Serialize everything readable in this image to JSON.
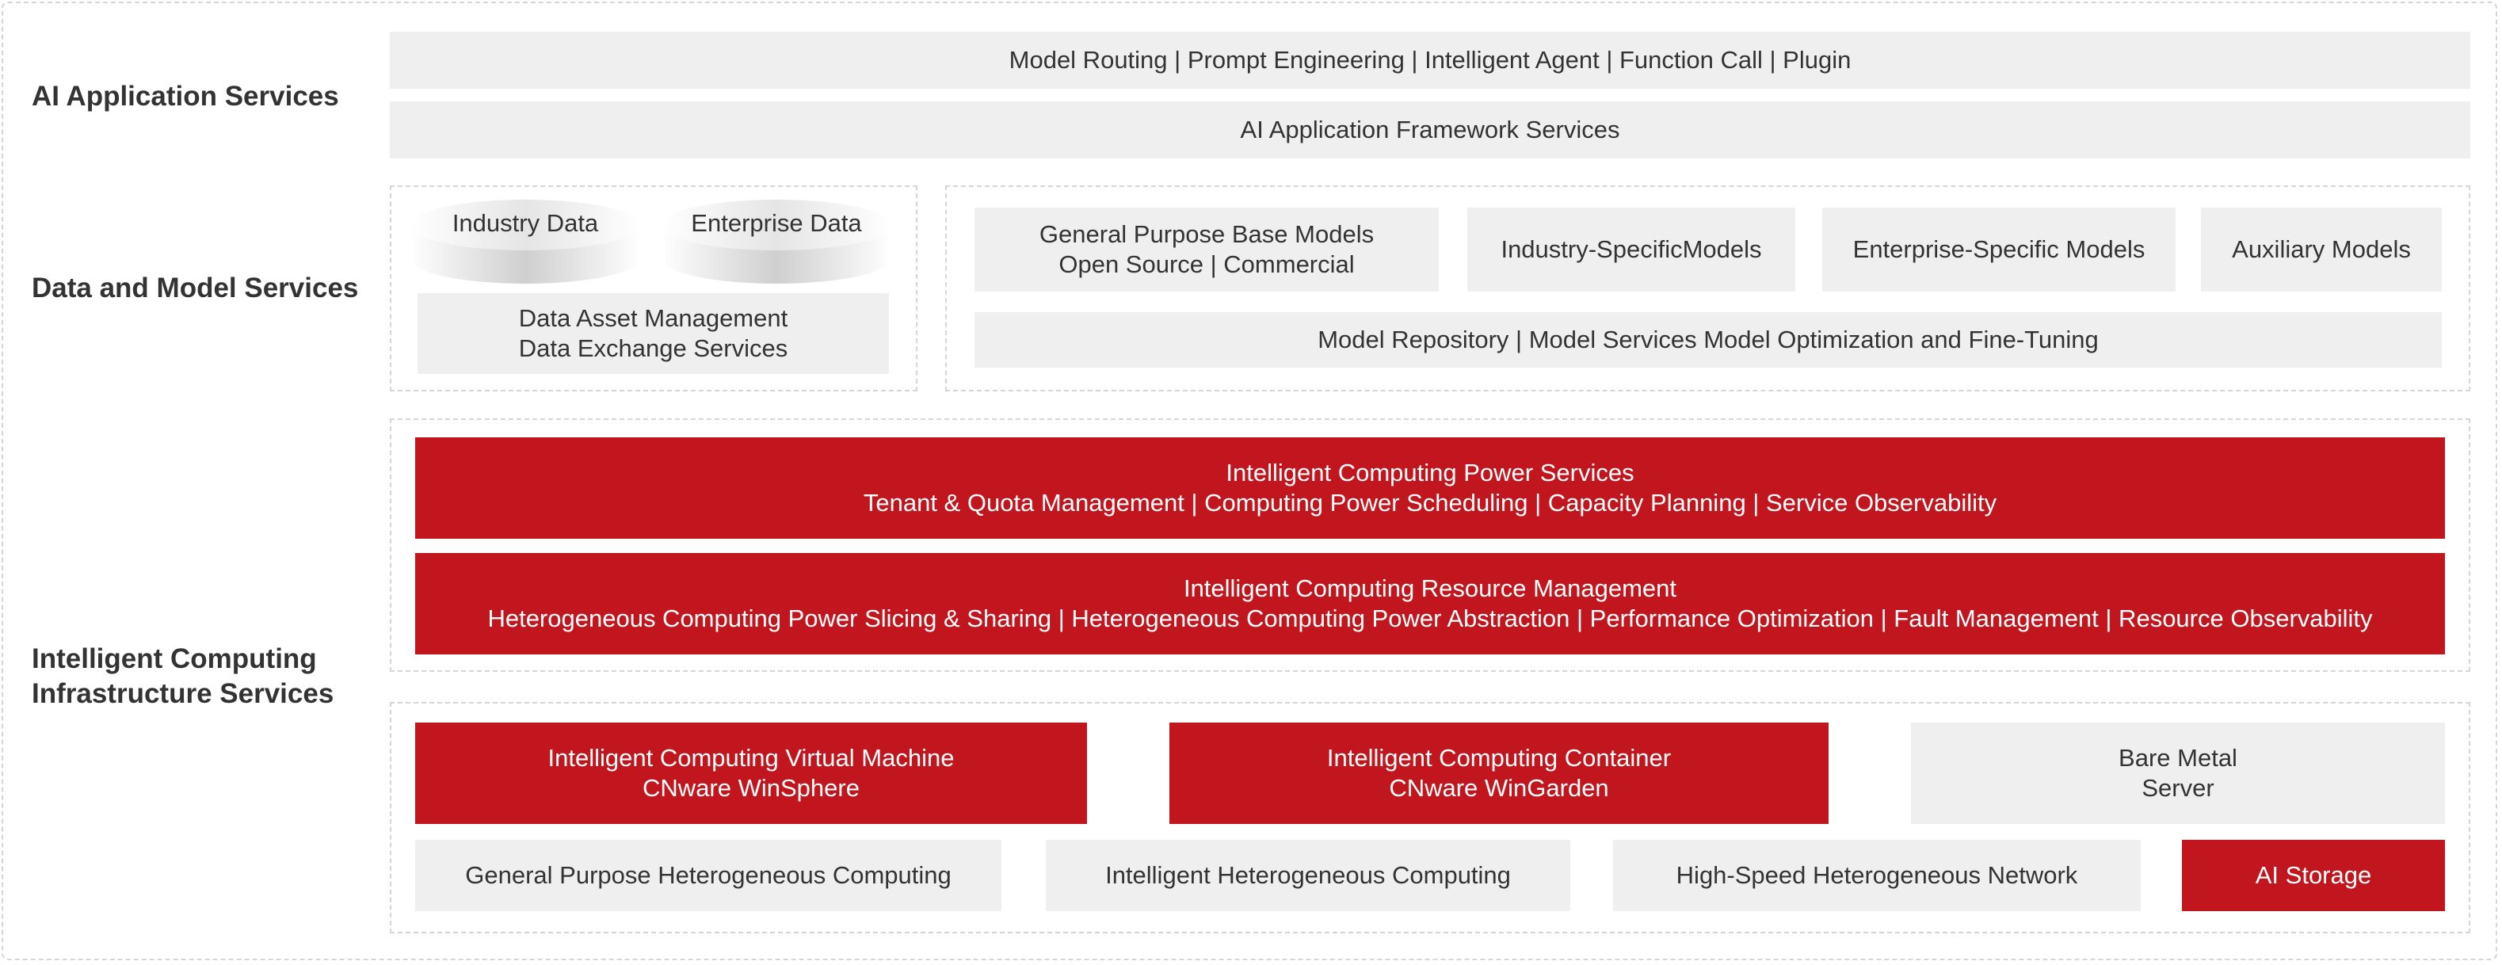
{
  "colors": {
    "accent_red": "#c2161f",
    "panel_gray": "#efefef",
    "border": "#d6d6d6"
  },
  "labels": {
    "ai_app": "AI Application Services",
    "data_model": "Data and Model Services",
    "infra_line1": "Intelligent Computing",
    "infra_line2": "Infrastructure Services"
  },
  "ai_app": {
    "bar1": "Model Routing | Prompt Engineering | Intelligent Agent | Function Call | Plugin",
    "bar2": "AI Application Framework Services"
  },
  "data": {
    "cyl1": "Industry Data",
    "cyl2": "Enterprise Data",
    "asset_line1": "Data Asset Management",
    "asset_line2": "Data Exchange Services"
  },
  "models": {
    "general_line1": "General Purpose Base Models",
    "general_line2": "Open Source | Commercial",
    "industry": "Industry-SpecificModels",
    "enterprise": "Enterprise-Specific Models",
    "auxiliary": "Auxiliary Models",
    "repository": "Model Repository | Model Services Model Optimization and Fine-Tuning"
  },
  "infra": {
    "power_title": "Intelligent Computing Power Services",
    "power_sub": "Tenant & Quota Management | Computing Power Scheduling | Capacity Planning | Service Observability",
    "resource_title": "Intelligent Computing Resource Management",
    "resource_sub": "Heterogeneous Computing Power Slicing & Sharing | Heterogeneous Computing Power Abstraction | Performance Optimization | Fault Management | Resource Observability",
    "vm_line1": "Intelligent Computing Virtual Machine",
    "vm_line2": "CNware WinSphere",
    "container_line1": "Intelligent Computing Container",
    "container_line2": "CNware WinGarden",
    "baremetal_line1": "Bare Metal",
    "baremetal_line2": "Server",
    "general_compute": "General Purpose Heterogeneous Computing",
    "intelligent_compute": "Intelligent Heterogeneous Computing",
    "network": "High-Speed Heterogeneous Network",
    "storage": "AI Storage"
  }
}
